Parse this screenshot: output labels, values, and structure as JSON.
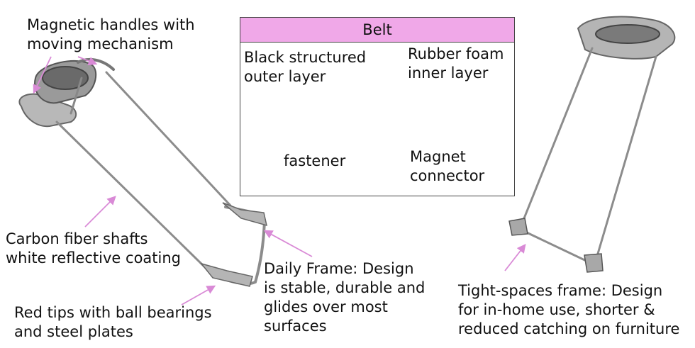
{
  "labels": {
    "magnetic_handles": "Magnetic handles with\nmoving mechanism",
    "carbon_fiber": "Carbon fiber shafts\nwhite reflective coating",
    "red_tips": "Red tips with ball bearings\nand steel plates",
    "daily_frame": "Daily Frame: Design\nis stable, durable and\nglides over most\nsurfaces",
    "tight_spaces": "Tight-spaces frame: Design\nfor in-home use, shorter &\nreduced catching on furniture"
  },
  "belt": {
    "title": "Belt",
    "outer_layer": "Black structured\nouter layer",
    "inner_layer": "Rubber foam\ninner layer",
    "fastener": "fastener",
    "magnet_connector": "Magnet\nconnector"
  },
  "colors": {
    "title_band": "#f0a8e8",
    "arrow": "#d98ad6",
    "frame_gray": "#8c8c8c"
  }
}
